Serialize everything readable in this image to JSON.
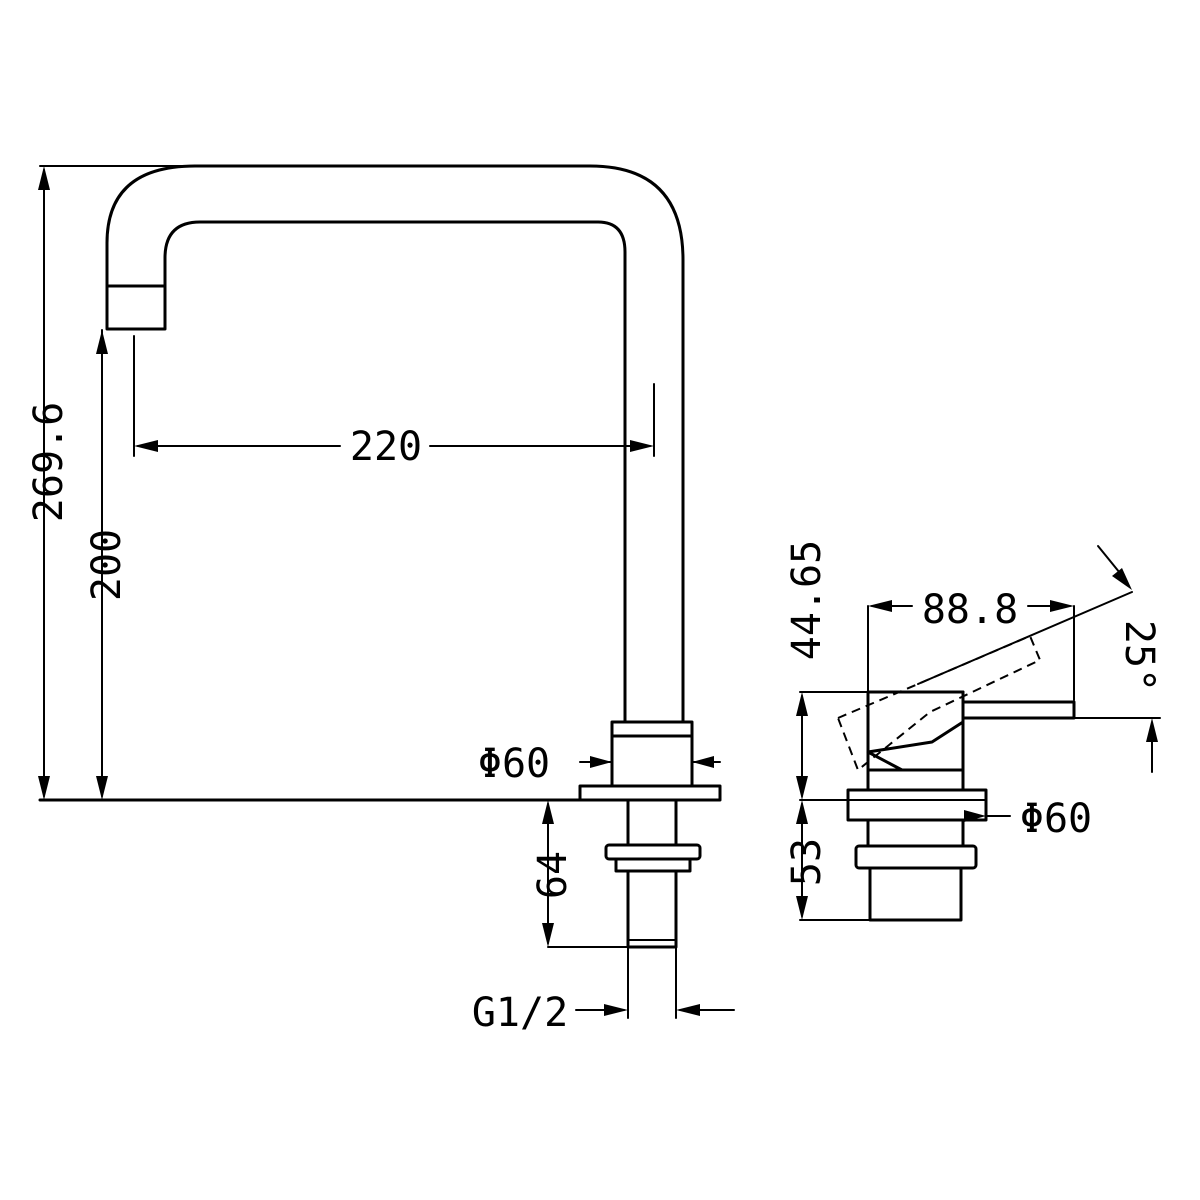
{
  "diagram": {
    "stroke_color": "#000000",
    "background": "#ffffff"
  },
  "dimensions": {
    "total_height": "269.6",
    "spout_height": "200",
    "spout_reach": "220",
    "base_diameter_front": "Φ60",
    "shank_length": "64",
    "thread": "G1/2",
    "lever_height": "44.65",
    "lever_length": "88.8",
    "lever_angle": "25°",
    "base_diameter_side": "Φ60",
    "side_shank_length": "53"
  }
}
